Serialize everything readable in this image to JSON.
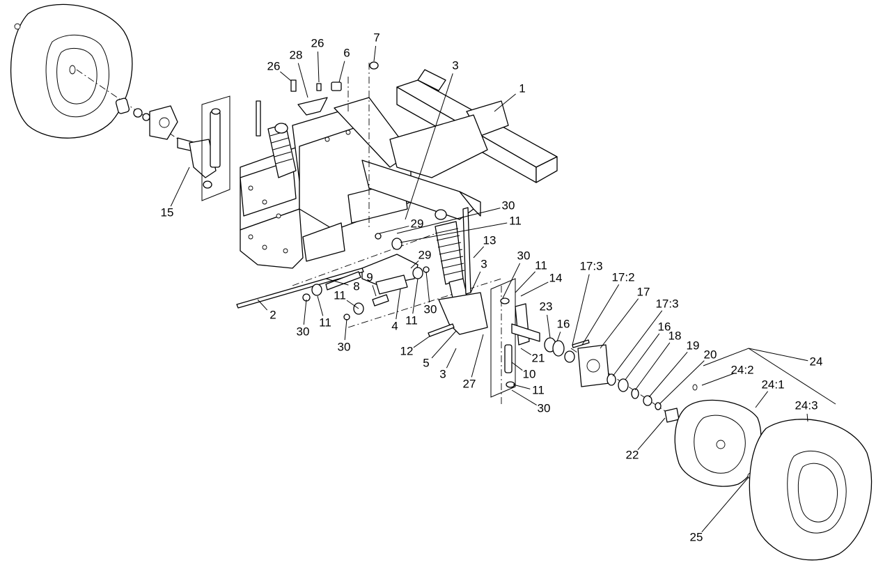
{
  "title": "",
  "callouts": [
    {
      "id": "c1",
      "label": "1"
    },
    {
      "id": "c2",
      "label": "2"
    },
    {
      "id": "c3a",
      "label": "3"
    },
    {
      "id": "c3b",
      "label": "3"
    },
    {
      "id": "c3c",
      "label": "3"
    },
    {
      "id": "c4",
      "label": "4"
    },
    {
      "id": "c5",
      "label": "5"
    },
    {
      "id": "c6",
      "label": "6"
    },
    {
      "id": "c7",
      "label": "7"
    },
    {
      "id": "c8",
      "label": "8"
    },
    {
      "id": "c9",
      "label": "9"
    },
    {
      "id": "c10",
      "label": "10"
    },
    {
      "id": "c11a",
      "label": "11"
    },
    {
      "id": "c11b",
      "label": "11"
    },
    {
      "id": "c11c",
      "label": "11"
    },
    {
      "id": "c11d",
      "label": "11"
    },
    {
      "id": "c11e",
      "label": "11"
    },
    {
      "id": "c11f",
      "label": "11"
    },
    {
      "id": "c12",
      "label": "12"
    },
    {
      "id": "c13",
      "label": "13"
    },
    {
      "id": "c14",
      "label": "14"
    },
    {
      "id": "c15",
      "label": "15"
    },
    {
      "id": "c16a",
      "label": "16"
    },
    {
      "id": "c16b",
      "label": "16"
    },
    {
      "id": "c17",
      "label": "17"
    },
    {
      "id": "c17_3a",
      "label": "17:3"
    },
    {
      "id": "c17_2",
      "label": "17:2"
    },
    {
      "id": "c17_3b",
      "label": "17:3"
    },
    {
      "id": "c18",
      "label": "18"
    },
    {
      "id": "c19",
      "label": "19"
    },
    {
      "id": "c20",
      "label": "20"
    },
    {
      "id": "c21",
      "label": "21"
    },
    {
      "id": "c22",
      "label": "22"
    },
    {
      "id": "c23",
      "label": "23"
    },
    {
      "id": "c24",
      "label": "24"
    },
    {
      "id": "c24_1",
      "label": "24:1"
    },
    {
      "id": "c24_2",
      "label": "24:2"
    },
    {
      "id": "c24_3",
      "label": "24:3"
    },
    {
      "id": "c25",
      "label": "25"
    },
    {
      "id": "c26a",
      "label": "26"
    },
    {
      "id": "c26b",
      "label": "26"
    },
    {
      "id": "c27",
      "label": "27"
    },
    {
      "id": "c28",
      "label": "28"
    },
    {
      "id": "c29a",
      "label": "29"
    },
    {
      "id": "c29b",
      "label": "29"
    },
    {
      "id": "c30a",
      "label": "30"
    },
    {
      "id": "c30b",
      "label": "30"
    },
    {
      "id": "c30c",
      "label": "30"
    },
    {
      "id": "c30d",
      "label": "30"
    },
    {
      "id": "c30e",
      "label": "30"
    },
    {
      "id": "c30f",
      "label": "30"
    }
  ]
}
